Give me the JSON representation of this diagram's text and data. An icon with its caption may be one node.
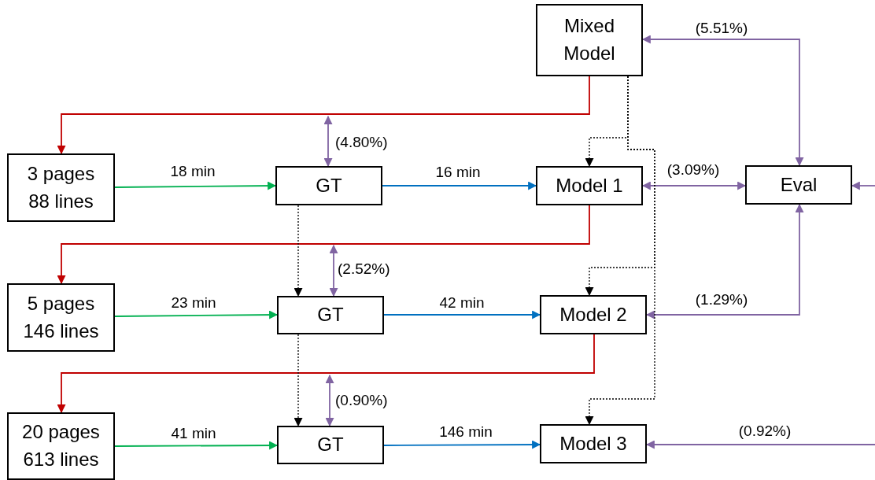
{
  "diagram": {
    "nodes": [
      {
        "text": [
          "Mixed Model"
        ]
      },
      {
        "text": [
          "3 pages 88 lines"
        ]
      },
      {
        "text": [
          "GT"
        ]
      },
      {
        "text": [
          "Model 1"
        ]
      },
      {
        "text": [
          "Eval"
        ]
      },
      {
        "text": [
          "5 pages 146 lines"
        ]
      },
      {
        "text": [
          "GT"
        ]
      },
      {
        "text": [
          "Model 2"
        ]
      },
      {
        "text": [
          "20 pages 613 lines"
        ]
      },
      {
        "text": [
          "GT"
        ]
      },
      {
        "text": [
          "Model 3"
        ]
      }
    ],
    "edges": [
      {
        "from": 1,
        "to": 2,
        "arrow": "to",
        "label": "18 min",
        "color": "#00b050"
      },
      {
        "from": 2,
        "to": 3,
        "arrow": "to",
        "label": "16 min",
        "color": "#0070c0"
      },
      {
        "from": 5,
        "to": 6,
        "arrow": "to",
        "label": "23 min",
        "color": "#00b050"
      },
      {
        "from": 6,
        "to": 7,
        "arrow": "to",
        "label": "42 min",
        "color": "#0070c0"
      },
      {
        "from": 8,
        "to": 9,
        "arrow": "to",
        "label": "41 min",
        "color": "#00b050"
      },
      {
        "from": 9,
        "to": 10,
        "arrow": "to",
        "label": "146 min",
        "color": "#0070c0"
      },
      {
        "from": 0,
        "to": 1,
        "arrow": "to",
        "color": "#c00000"
      },
      {
        "from": 3,
        "to": 5,
        "arrow": "to",
        "color": "#c00000"
      },
      {
        "from": 7,
        "to": 8,
        "arrow": "to",
        "color": "#c00000"
      },
      {
        "from": null,
        "to": 2,
        "arrow": "both",
        "label": "(4.80%)"
      },
      {
        "from": null,
        "to": 6,
        "arrow": "both",
        "label": "(2.52%)"
      },
      {
        "from": null,
        "to": 9,
        "arrow": "both",
        "label": "(0.90%)"
      },
      {
        "from": 4,
        "to": 0,
        "arrow": "both",
        "label": "(5.51%)"
      },
      {
        "from": 3,
        "to": 4,
        "arrow": "both",
        "label": "(3.09%)"
      },
      {
        "from": 4,
        "to": 7,
        "arrow": "both",
        "label": "(1.29%)"
      },
      {
        "from": null,
        "to": 10,
        "arrow": "to",
        "label": "(0.92%)"
      },
      {
        "from": null,
        "to": 4,
        "arrow": "to"
      },
      {
        "from": 2,
        "to": 6,
        "arrow": "to",
        "style": "dashed",
        "color": "#000000"
      },
      {
        "from": 6,
        "to": 9,
        "arrow": "to",
        "style": "dashed",
        "color": "#000000"
      },
      {
        "from": 0,
        "to": 3,
        "arrow": "to",
        "style": "dashed",
        "color": "#000000"
      },
      {
        "from": 0,
        "to": 7,
        "arrow": "to",
        "style": "dashed",
        "color": "#000000"
      },
      {
        "from": 0,
        "to": 10,
        "arrow": "to",
        "style": "dashed",
        "color": "#000000"
      }
    ]
  }
}
